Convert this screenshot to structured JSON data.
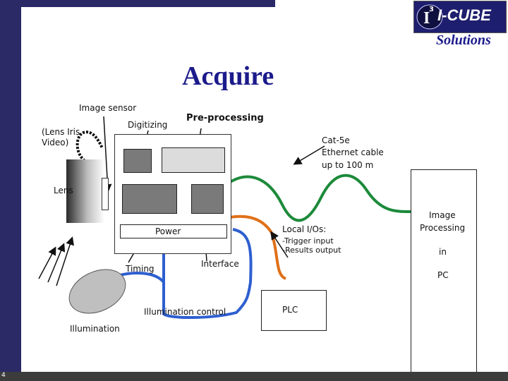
{
  "header": {
    "logo_superscript": "3",
    "logo_text": "I-CUBE",
    "subtitle": "Solutions",
    "page_number": "4"
  },
  "title": "Acquire",
  "labels": {
    "image_sensor": "Image sensor",
    "lens_iris_video_1": "(Lens Iris",
    "lens_iris_video_2": "Video)",
    "digitizing": "Digitizing",
    "pre_processing": "Pre-processing",
    "cat5e_1": "Cat-5e",
    "cat5e_2": "Ethernet cable",
    "cat5e_3": "up to 100 m",
    "lens": "Lens",
    "image_processing_1": "Image",
    "image_processing_2": "Processing",
    "in": "in",
    "pc": "PC",
    "power": "Power",
    "local_ios": "Local I/Os:",
    "trigger_input": "-Trigger input",
    "results_output": "-Results output",
    "timing": "Timing",
    "interface": "Interface",
    "illumination_control": "Illumination control",
    "plc": "PLC",
    "illumination": "Illumination"
  },
  "colors": {
    "navy": "#2b2966",
    "title_blue": "#1b1b8c",
    "ethernet_green": "#1c8a3a",
    "io_orange": "#e07018",
    "illum_blue": "#2e5fd0",
    "chip_gray": "#7a7a7a",
    "chip_light": "#dcdcdc",
    "light_gray": "#bfbfbf"
  }
}
